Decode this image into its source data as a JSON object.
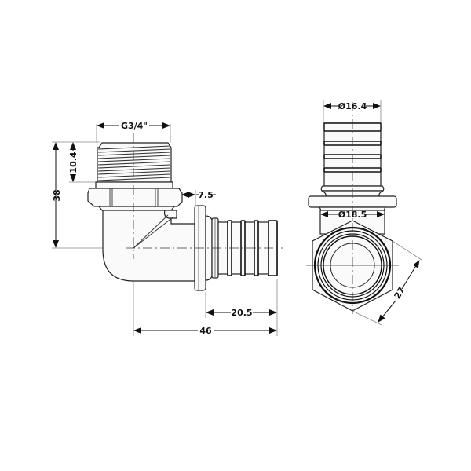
{
  "drawing": {
    "type": "technical-drawing",
    "subject": "PEX press elbow fitting with male thread",
    "views": [
      "side-view",
      "end-view"
    ]
  },
  "dimensions": {
    "thread_size": "G3/4\"",
    "thread_length": "10.4",
    "overall_height": "38",
    "nut_offset": "7.5",
    "pex_tail_length": "20.5",
    "overall_length": "46",
    "pex_outer_diameter": "Ø16.4",
    "collar_diameter": "Ø18.5",
    "hex_across_flats": "27"
  },
  "colors": {
    "line": "#111111",
    "fill": "#fafafa",
    "background": "#ffffff"
  }
}
